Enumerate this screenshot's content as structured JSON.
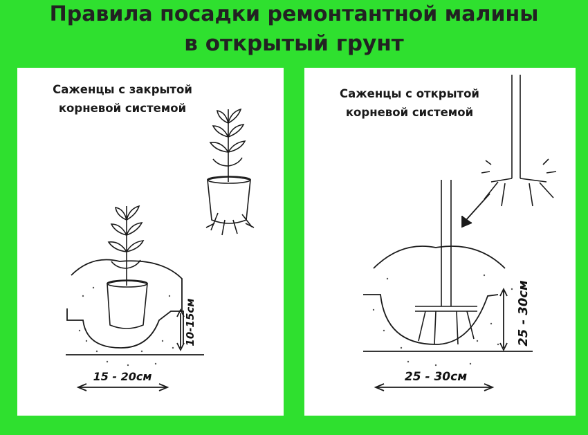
{
  "title": {
    "line1": "Правила посадки ремонтантной малины",
    "line2": "в открытый грунт"
  },
  "panels": {
    "closed": {
      "caption_line1": "Саженцы с закрытой",
      "caption_line2": "корневой системой",
      "depth_label": "10-15см",
      "width_label": "15 - 20см"
    },
    "open": {
      "caption_line1": "Саженцы с открытой",
      "caption_line2": "корневой системой",
      "depth_label": "25 - 30см",
      "width_label": "25 - 30см"
    }
  },
  "colors": {
    "background": "#2fe02f",
    "panel": "#ffffff",
    "ink": "#1a1a1a"
  }
}
